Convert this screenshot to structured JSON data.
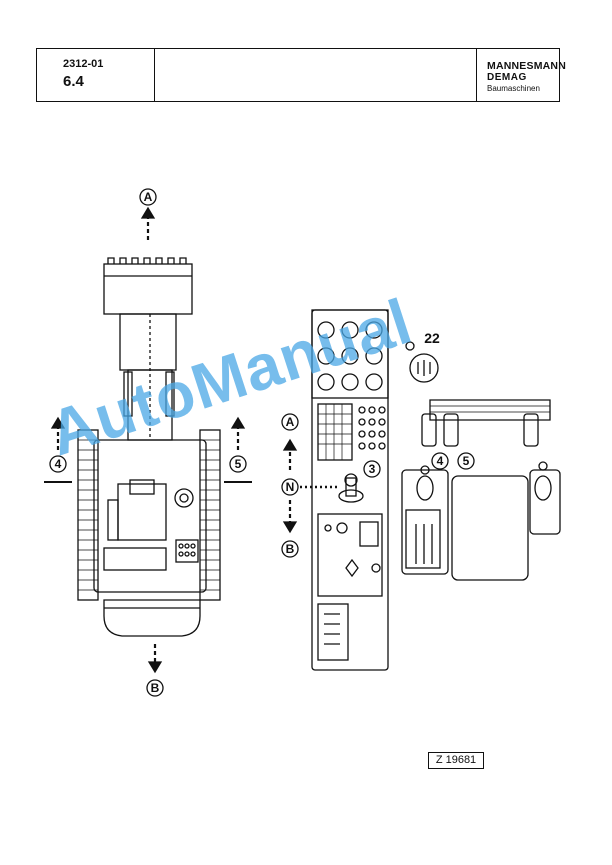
{
  "header": {
    "doc_number": "2312-01",
    "section": "6.4",
    "brand_line1": "MANNESMANN",
    "brand_line2": "DEMAG",
    "brand_line3": "Baumaschinen"
  },
  "labels": {
    "a_left": "A",
    "b_left": "B",
    "four_left": "4",
    "five_left": "5",
    "a_right": "A",
    "n_right": "N",
    "b_right": "B",
    "three": "3",
    "four_right": "4",
    "five_right": "5",
    "twentytwo": "22"
  },
  "figure_ref": "Z 19681",
  "watermark": "AutoManual"
}
